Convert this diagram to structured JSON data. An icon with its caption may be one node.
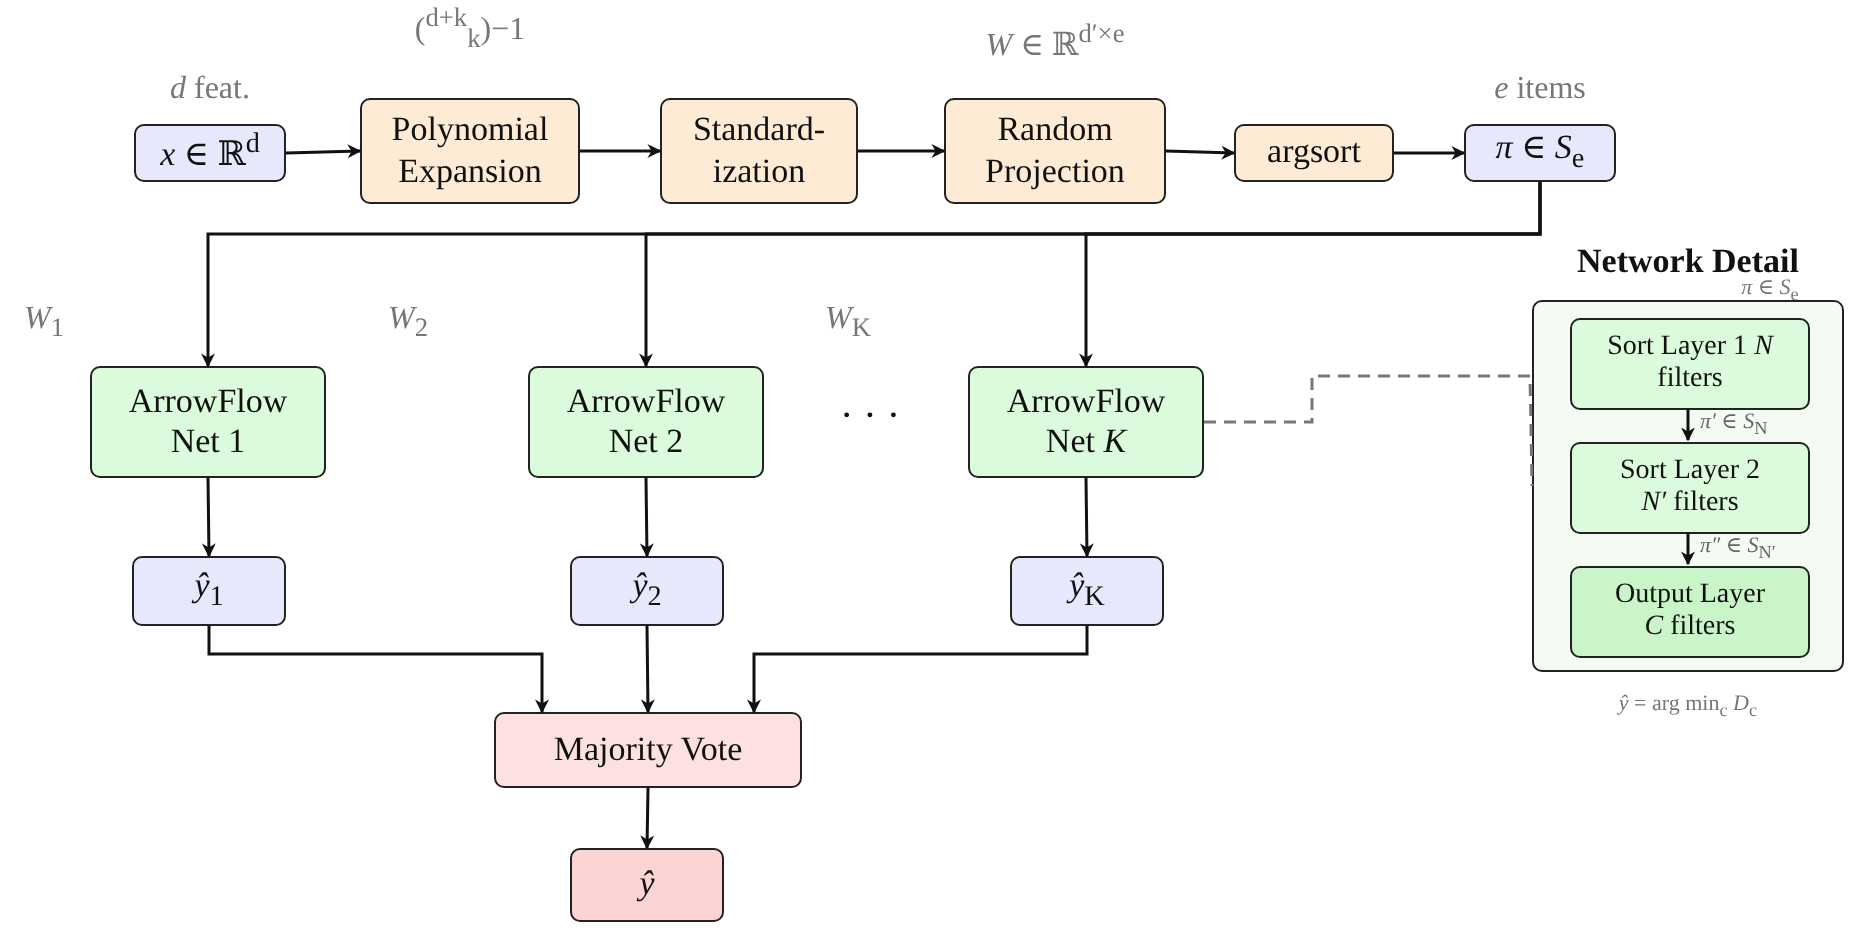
{
  "diagram": {
    "nodes": [
      {
        "text": [
          "*x* ∈ ℝ$^{d}$"
        ],
        "beside": [
          "*d* feat."
        ]
      },
      {
        "text": [
          "Polynomial Expansion"
        ],
        "beside": [
          "($^{d+k}$$_{k}$)−1"
        ]
      },
      {
        "text": [
          "Standard- ization"
        ]
      },
      {
        "text": [
          "Random Projection"
        ],
        "beside": [
          "*W* ∈ ℝ$^{d′×e}$"
        ]
      },
      {
        "text": [
          "argsort"
        ]
      },
      {
        "text": [
          "*π* ∈ *S*$_{e}$"
        ],
        "beside": [
          "*e* items"
        ]
      },
      {
        "text": [
          "ArrowFlow Net 1"
        ],
        "beside": [
          "*W*$_{1}$"
        ]
      },
      {
        "text": [
          "ArrowFlow Net 2"
        ],
        "beside": [
          "*W*$_{2}$"
        ]
      },
      {
        "text": [
          "ArrowFlow Net *K*"
        ],
        "beside": [
          "*W*$_{K}$"
        ]
      },
      {
        "text": [
          "*ŷ*$_{1}$"
        ]
      },
      {
        "text": [
          "*ŷ*$_{2}$"
        ]
      },
      {
        "text": [
          "*ŷ*$_{K}$"
        ]
      },
      {
        "text": [
          "Majority Vote"
        ]
      },
      {
        "text": [
          "*ŷ*"
        ]
      },
      {
        "text": [
          "Network Detail"
        ],
        "beside": [
          "*ŷ* = arg min$_{c}$ *D*$_{c}$"
        ]
      },
      {
        "text": [
          "Sort Layer 1 *N* filters"
        ],
        "in": 14,
        "beside": [
          "*π* ∈ *S*$_{e}$"
        ]
      },
      {
        "text": [
          "Sort Layer 2 *N′* filters"
        ],
        "in": 14
      },
      {
        "text": [
          "Output Layer *C* filters"
        ],
        "in": 14
      }
    ],
    "edges": [
      {
        "from": 0,
        "to": 1,
        "arrow": "to"
      },
      {
        "from": 1,
        "to": 2,
        "arrow": "to"
      },
      {
        "from": 2,
        "to": 3,
        "arrow": "to"
      },
      {
        "from": 3,
        "to": 4,
        "arrow": "to"
      },
      {
        "from": 4,
        "to": 5,
        "arrow": "to"
      },
      {
        "from": 5,
        "to": 6,
        "arrow": "to"
      },
      {
        "from": 5,
        "to": 7,
        "arrow": "to"
      },
      {
        "from": 5,
        "to": 8,
        "arrow": "to"
      },
      {
        "from": 6,
        "to": 9,
        "arrow": "to"
      },
      {
        "from": 7,
        "to": 10,
        "arrow": "to"
      },
      {
        "from": 8,
        "to": 11,
        "arrow": "to"
      },
      {
        "from": 9,
        "to": 12,
        "arrow": "to"
      },
      {
        "from": 10,
        "to": 12,
        "arrow": "to"
      },
      {
        "from": 11,
        "to": 12,
        "arrow": "to"
      },
      {
        "from": 12,
        "to": 13,
        "arrow": "to"
      },
      {
        "from": 8,
        "to": 14,
        "arrow": "none",
        "style": "dashed",
        "color": "#777777"
      },
      {
        "from": 15,
        "to": 16,
        "arrow": "to",
        "label": "*π′* ∈ *S*$_{N}$"
      },
      {
        "from": 16,
        "to": 17,
        "arrow": "to",
        "label": "*π″* ∈ *S*$_{N′}$"
      }
    ],
    "labels": [
      "· · ·"
    ]
  }
}
